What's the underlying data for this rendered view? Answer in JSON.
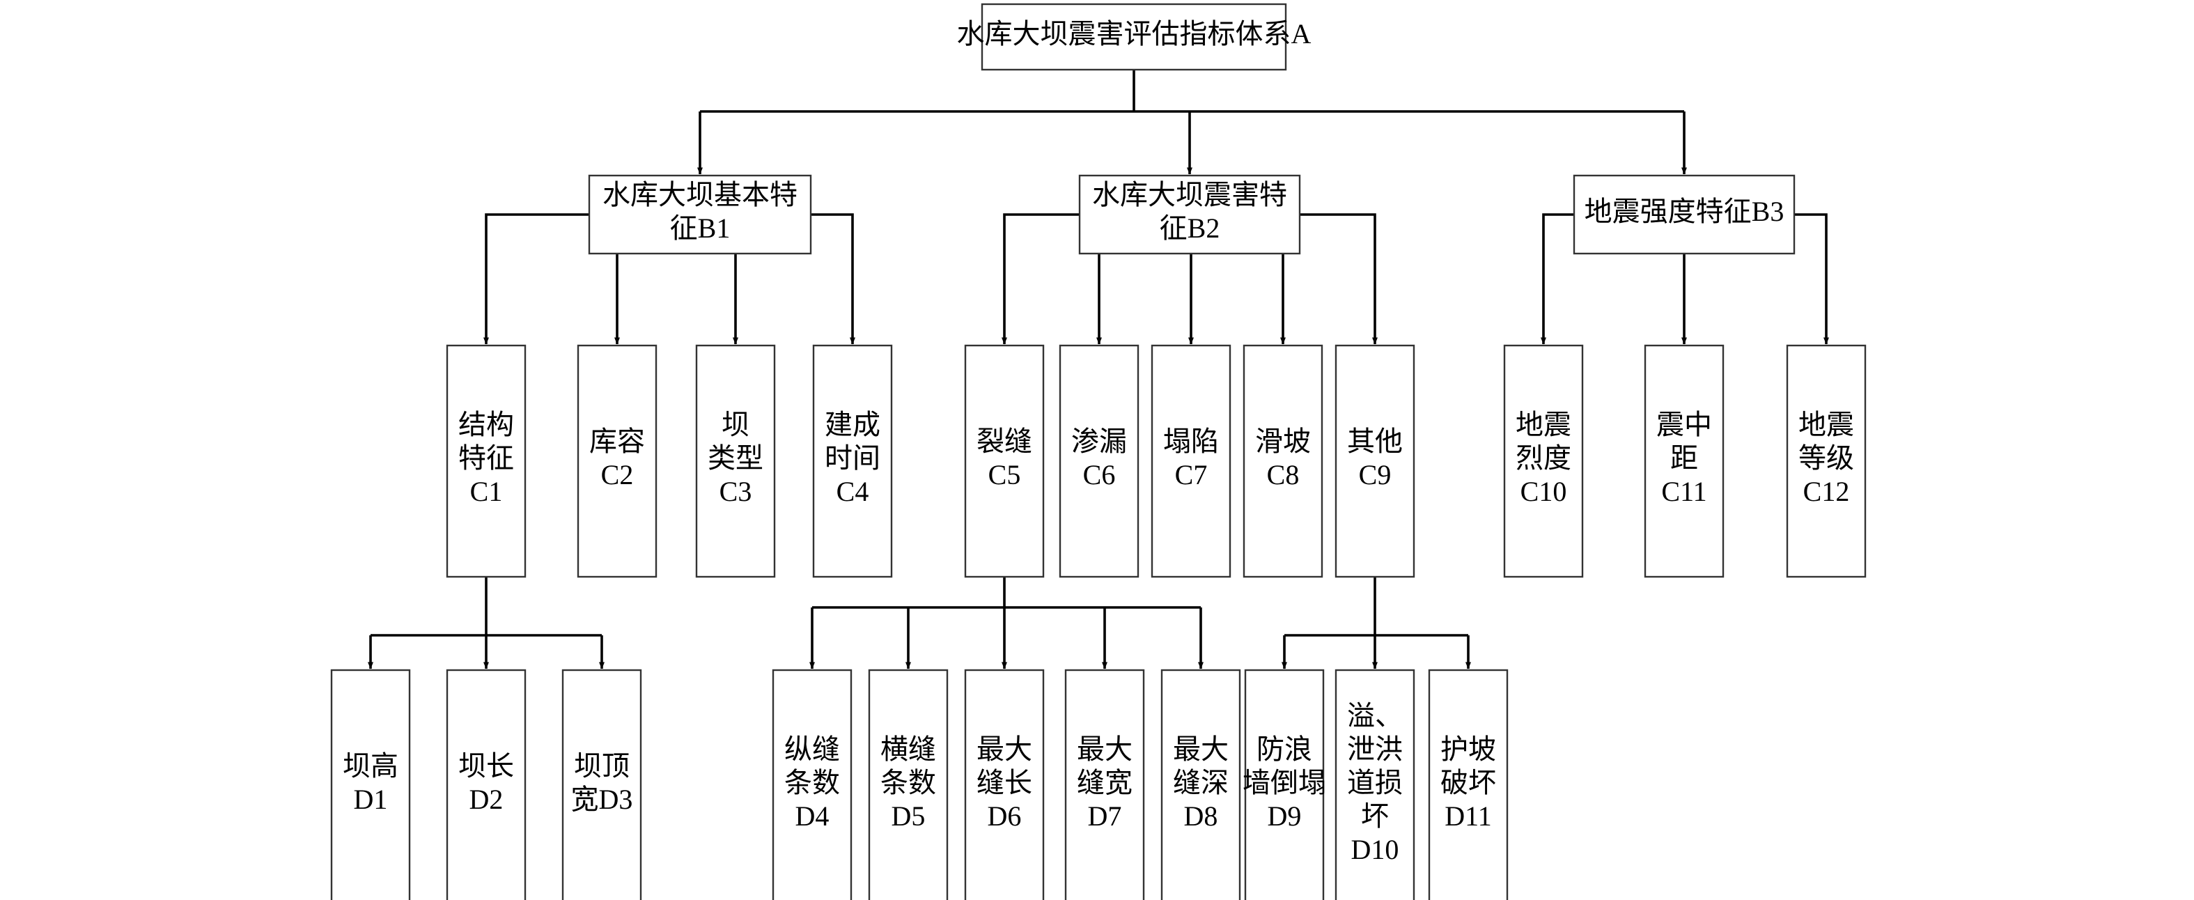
{
  "diagram": {
    "root": {
      "id": "A",
      "lines": [
        "水库大坝震害评估指标体系A"
      ]
    },
    "level_b": [
      {
        "id": "B1",
        "lines": [
          "水库大坝基本特",
          "征B1"
        ]
      },
      {
        "id": "B2",
        "lines": [
          "水库大坝震害特",
          "征B2"
        ]
      },
      {
        "id": "B3",
        "lines": [
          "地震强度特征B3"
        ]
      }
    ],
    "level_c": [
      {
        "id": "C1",
        "parent": "B1",
        "lines": [
          "结构",
          "特征",
          "C1"
        ]
      },
      {
        "id": "C2",
        "parent": "B1",
        "lines": [
          "库容",
          "C2"
        ]
      },
      {
        "id": "C3",
        "parent": "B1",
        "lines": [
          "坝",
          "类型",
          "C3"
        ]
      },
      {
        "id": "C4",
        "parent": "B1",
        "lines": [
          "建成",
          "时间",
          "C4"
        ]
      },
      {
        "id": "C5",
        "parent": "B2",
        "lines": [
          "裂缝",
          "C5"
        ]
      },
      {
        "id": "C6",
        "parent": "B2",
        "lines": [
          "渗漏",
          "C6"
        ]
      },
      {
        "id": "C7",
        "parent": "B2",
        "lines": [
          "塌陷",
          "C7"
        ]
      },
      {
        "id": "C8",
        "parent": "B2",
        "lines": [
          "滑坡",
          "C8"
        ]
      },
      {
        "id": "C9",
        "parent": "B2",
        "lines": [
          "其他",
          "C9"
        ]
      },
      {
        "id": "C10",
        "parent": "B3",
        "lines": [
          "地震",
          "烈度",
          "C10"
        ]
      },
      {
        "id": "C11",
        "parent": "B3",
        "lines": [
          "震中",
          "距",
          "C11"
        ]
      },
      {
        "id": "C12",
        "parent": "B3",
        "lines": [
          "地震",
          "等级",
          "C12"
        ]
      }
    ],
    "level_d": [
      {
        "id": "D1",
        "parent": "C1",
        "lines": [
          "坝高",
          "D1"
        ]
      },
      {
        "id": "D2",
        "parent": "C1",
        "lines": [
          "坝长",
          "D2"
        ]
      },
      {
        "id": "D3",
        "parent": "C1",
        "lines": [
          "坝顶",
          "宽D3"
        ]
      },
      {
        "id": "D4",
        "parent": "C5",
        "lines": [
          "纵缝",
          "条数",
          "D4"
        ]
      },
      {
        "id": "D5",
        "parent": "C5",
        "lines": [
          "横缝",
          "条数",
          "D5"
        ]
      },
      {
        "id": "D6",
        "parent": "C5",
        "lines": [
          "最大",
          "缝长",
          "D6"
        ]
      },
      {
        "id": "D7",
        "parent": "C5",
        "lines": [
          "最大",
          "缝宽",
          "D7"
        ]
      },
      {
        "id": "D8",
        "parent": "C5",
        "lines": [
          "最大",
          "缝深",
          "D8"
        ]
      },
      {
        "id": "D9",
        "parent": "C9",
        "lines": [
          "防浪",
          "墙倒塌",
          "D9"
        ]
      },
      {
        "id": "D10",
        "parent": "C9",
        "lines": [
          "溢、",
          "泄洪",
          "道损",
          "坏",
          "D10"
        ]
      },
      {
        "id": "D11",
        "parent": "C9",
        "lines": [
          "护坡",
          "破坏",
          "D11"
        ]
      }
    ]
  }
}
